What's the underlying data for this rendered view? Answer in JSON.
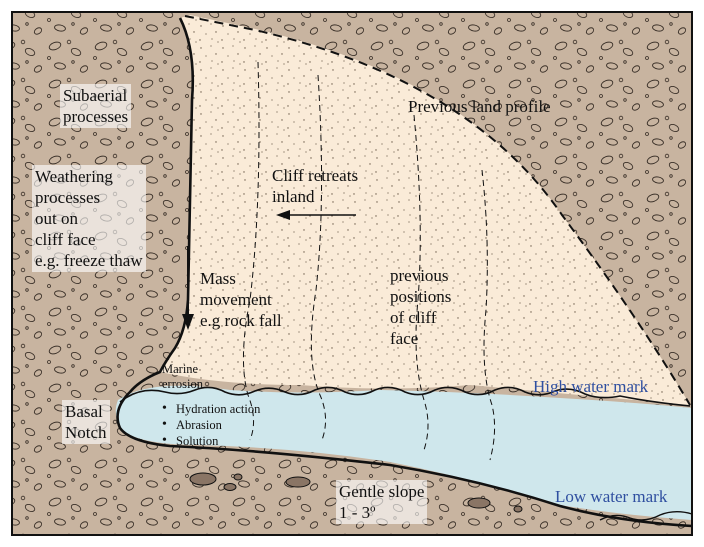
{
  "labels": {
    "subaerial": "Subaerial\nprocesses",
    "previous_profile": "Previous land profile",
    "weathering": "Weathering\nprocesses\nout on\ncliff face\ne.g. freeze thaw",
    "cliff_retreats": "Cliff retreats\ninland",
    "mass_movement": "Mass\nmovement\ne.g rock fall",
    "previous_positions": "previous\npositions\nof cliff\nface",
    "marine_erosion": "Marine\nerrosion",
    "basal_notch": "Basal\nNotch",
    "high_water": "High water mark",
    "low_water": "Low water mark",
    "gentle_slope": "Gentle slope\n1 - 3º"
  },
  "marine_processes": [
    "Hydration action",
    "Abrasion",
    "Solution"
  ],
  "colors": {
    "rock": "#c8b4a0",
    "sand": "#faebd8",
    "water": "#cfe7ec",
    "outline": "#111111",
    "water_label": "#2f4fa0"
  }
}
